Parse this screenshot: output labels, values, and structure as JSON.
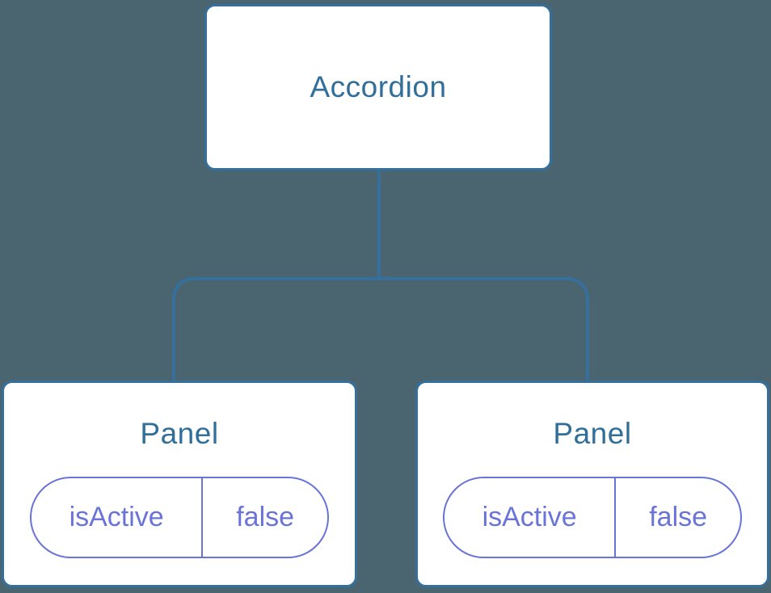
{
  "colors": {
    "background": "#4B6570",
    "line_blue": "#35709C",
    "text_blue": "#316F9A",
    "state_indigo": "#6A74D8",
    "node_fill": "#FFFFFF"
  },
  "tree": {
    "root": {
      "label": "Accordion"
    },
    "children": [
      {
        "label": "Panel",
        "state": {
          "key": "isActive",
          "value": "false"
        }
      },
      {
        "label": "Panel",
        "state": {
          "key": "isActive",
          "value": "false"
        }
      }
    ]
  }
}
